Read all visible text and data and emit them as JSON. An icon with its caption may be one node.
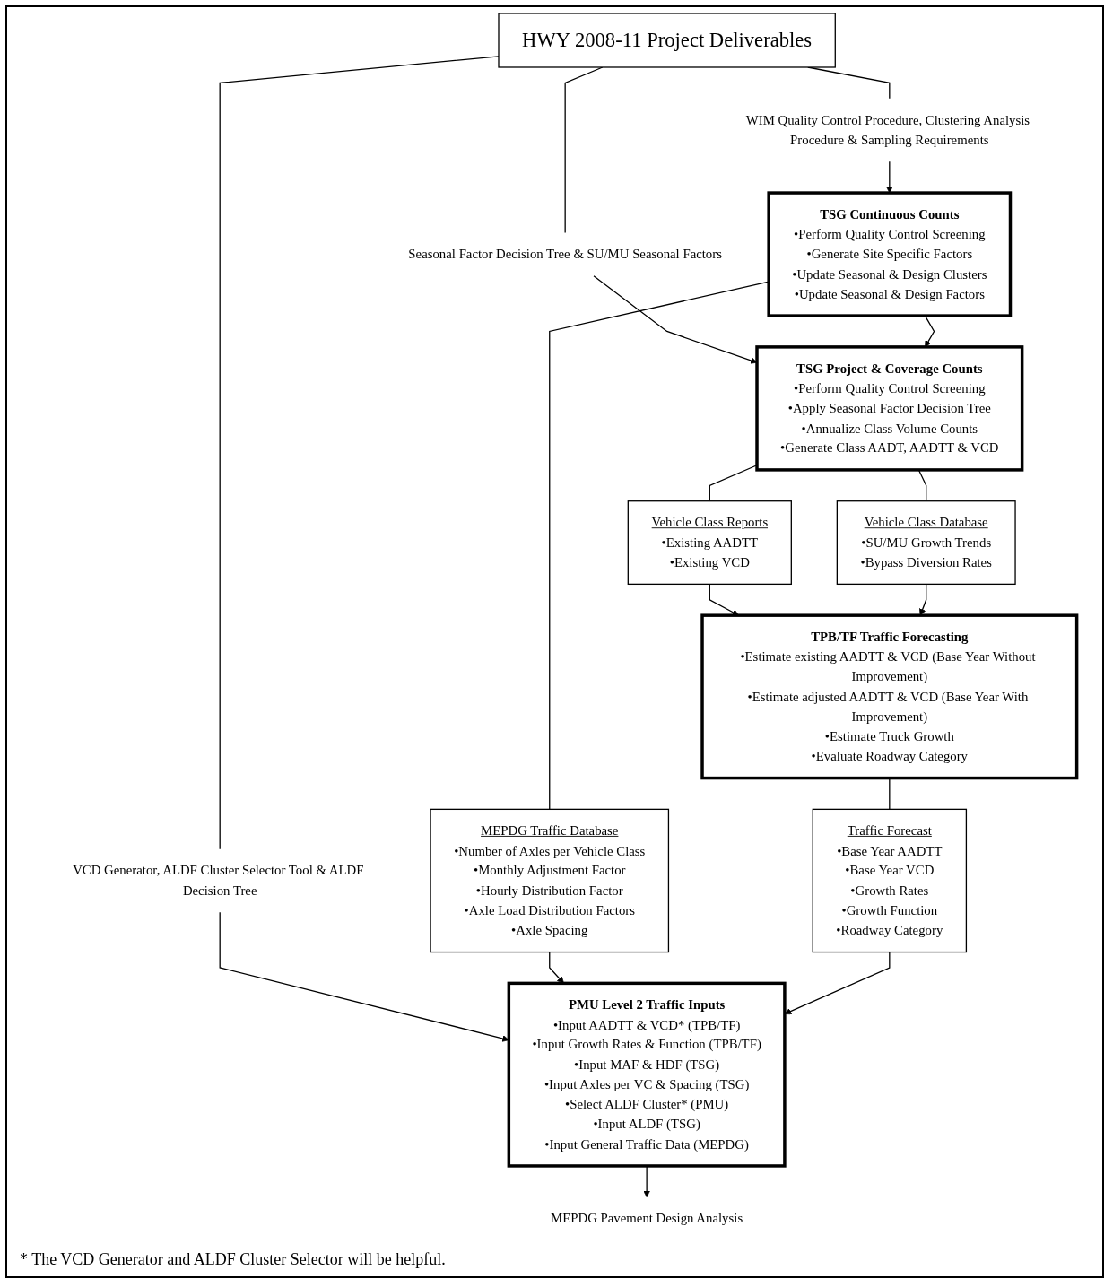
{
  "diagram": {
    "nodes": [
      {
        "text": [
          "HWY 2008-11 Project Deliverables"
        ]
      },
      {
        "text": [
          "VCD Generator, ALDF Cluster Selector Tool & ALDF Decision Tree"
        ]
      },
      {
        "text": [
          "WIM Quality Control Procedure, Clustering Analysis Procedure & Sampling Requirements"
        ]
      },
      {
        "text": [
          "Seasonal Factor Decision Tree & SU/MU Seasonal Factors"
        ]
      },
      {
        "text": [
          "TSG  Continuous Counts",
          "•Perform Quality Control Screening",
          "•Generate Site Specific Factors",
          "•Update Seasonal & Design Clusters",
          "•Update Seasonal & Design Factors"
        ]
      },
      {
        "text": [
          "TSG  Project & Coverage Counts",
          "•Perform Quality Control Screening",
          "•Apply Seasonal Factor Decision Tree",
          "•Annualize Class Volume Counts",
          "•Generate Class AADT, AADTT & VCD"
        ]
      },
      {
        "text": [
          "Vehicle Class Reports",
          "•Existing AADTT",
          "•Existing VCD"
        ]
      },
      {
        "text": [
          "MEPDG Traffic Database",
          "•Number of Axles per Vehicle Class",
          "•Monthly Adjustment Factor",
          "•Hourly Distribution Factor",
          "•Axle Load Distribution Factors",
          "•Axle Spacing"
        ]
      },
      {
        "text": [
          "Vehicle Class Database",
          "•SU/MU Growth Trends",
          "•Bypass Diversion Rates"
        ]
      },
      {
        "text": [
          "PMU Level 2 Traffic Inputs",
          "•Input AADTT & VCD* (TPB/TF)",
          "•Input Growth Rates & Function (TPB/TF)",
          "•Input MAF & HDF (TSG)",
          "•Input Axles per VC & Spacing (TSG)",
          "•Select ALDF Cluster* (PMU)",
          "•Input ALDF (TSG)",
          "•Input General Traffic Data (MEPDG)"
        ]
      },
      {
        "text": [
          "Traffic Forecast",
          "•Base Year AADTT",
          "•Base Year VCD",
          "•Growth Rates",
          "•Growth Function",
          "•Roadway Category"
        ]
      },
      {
        "text": [
          "TPB/TF Traffic Forecasting",
          "•Estimate existing AADTT & VCD (Base Year Without Improvement)",
          "•Estimate adjusted AADTT & VCD (Base Year With Improvement)",
          "•Estimate Truck Growth",
          "•Evaluate Roadway Category"
        ]
      },
      {
        "text": [
          "MEPDG Pavement Design Analysis"
        ]
      }
    ],
    "edges": [
      {
        "from": 0,
        "to": 1,
        "arrow": "none"
      },
      {
        "from": 1,
        "to": 9,
        "arrow": "to"
      },
      {
        "from": 0,
        "to": 2,
        "arrow": "none"
      },
      {
        "from": 2,
        "to": 4,
        "arrow": "to"
      },
      {
        "from": 0,
        "to": 3,
        "arrow": "none"
      },
      {
        "from": 3,
        "to": 5,
        "arrow": "to"
      },
      {
        "from": 4,
        "to": 5,
        "arrow": "to"
      },
      {
        "from": 4,
        "to": 7,
        "arrow": "none"
      },
      {
        "from": 7,
        "to": 9,
        "arrow": "to"
      },
      {
        "from": 5,
        "to": 6,
        "arrow": "none"
      },
      {
        "from": 6,
        "to": 11,
        "arrow": "to"
      },
      {
        "from": 5,
        "to": 8,
        "arrow": "none"
      },
      {
        "from": 8,
        "to": 11,
        "arrow": "to"
      },
      {
        "from": 11,
        "to": 10,
        "arrow": "none"
      },
      {
        "from": 10,
        "to": 9,
        "arrow": "to"
      },
      {
        "from": 9,
        "to": 12,
        "arrow": "to"
      }
    ],
    "labels": [
      "* The VCD Generator and ALDF Cluster Selector will be helpful."
    ]
  }
}
